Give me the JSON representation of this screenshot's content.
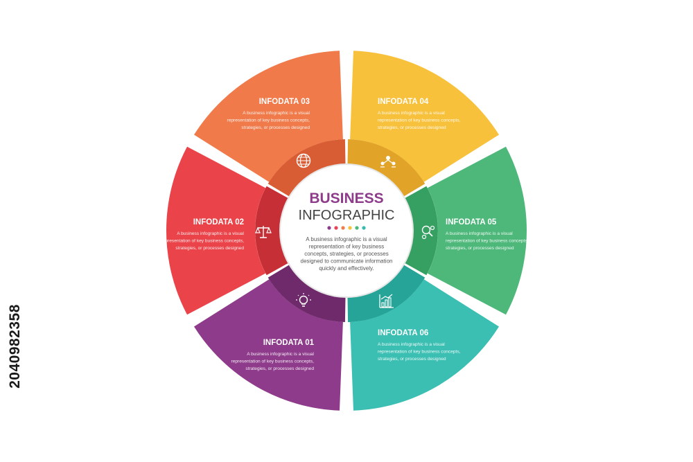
{
  "center": {
    "title": "BUSINESS",
    "subtitle": "INFOGRAPHIC",
    "description": [
      "A business infographic is a visual",
      "representation of key business",
      "concepts, strategies, or processes",
      "designed to communicate information",
      "quickly and effectively."
    ],
    "dots": [
      "#8e3b8b",
      "#e94256",
      "#f07d49",
      "#f7c23a",
      "#4cb87a",
      "#33bdb1"
    ]
  },
  "segments": [
    {
      "id": "01",
      "title": "INFODATA 01",
      "color": "#8e3b8b",
      "inner_color": "#6e2a6b",
      "icon": "lightbulb-icon",
      "text": [
        "A business infographic is a visual",
        "representation of key business concepts,",
        "strategies, or processes designed"
      ]
    },
    {
      "id": "02",
      "title": "INFODATA 02",
      "color": "#ea444a",
      "inner_color": "#c72f36",
      "icon": "scales-icon",
      "text": [
        "A business infographic is a visual",
        "representation of key business concepts,",
        "strategies, or processes designed"
      ]
    },
    {
      "id": "03",
      "title": "INFODATA 03",
      "color": "#f07a4a",
      "inner_color": "#d95d34",
      "icon": "globe-icon",
      "text": [
        "A business infographic is a visual",
        "representation of key business concepts,",
        "strategies, or processes designed"
      ]
    },
    {
      "id": "04",
      "title": "INFODATA 04",
      "color": "#f8c13b",
      "inner_color": "#e1a428",
      "icon": "team-network-icon",
      "text": [
        "A business infographic is a visual",
        "representation of key business concepts,",
        "strategies, or processes designed"
      ]
    },
    {
      "id": "05",
      "title": "INFODATA 05",
      "color": "#4db87a",
      "inner_color": "#36a062",
      "icon": "search-gears-icon",
      "text": [
        "A business infographic is a visual",
        "representation of key business concepts,",
        "strategies, or processes designed"
      ]
    },
    {
      "id": "06",
      "title": "INFODATA 06",
      "color": "#3bbfb2",
      "inner_color": "#26a498",
      "icon": "bar-chart-icon",
      "text": [
        "A business infographic is a visual",
        "representation of key business concepts,",
        "strategies, or processes designed"
      ]
    }
  ],
  "stock_id": "2040982358"
}
